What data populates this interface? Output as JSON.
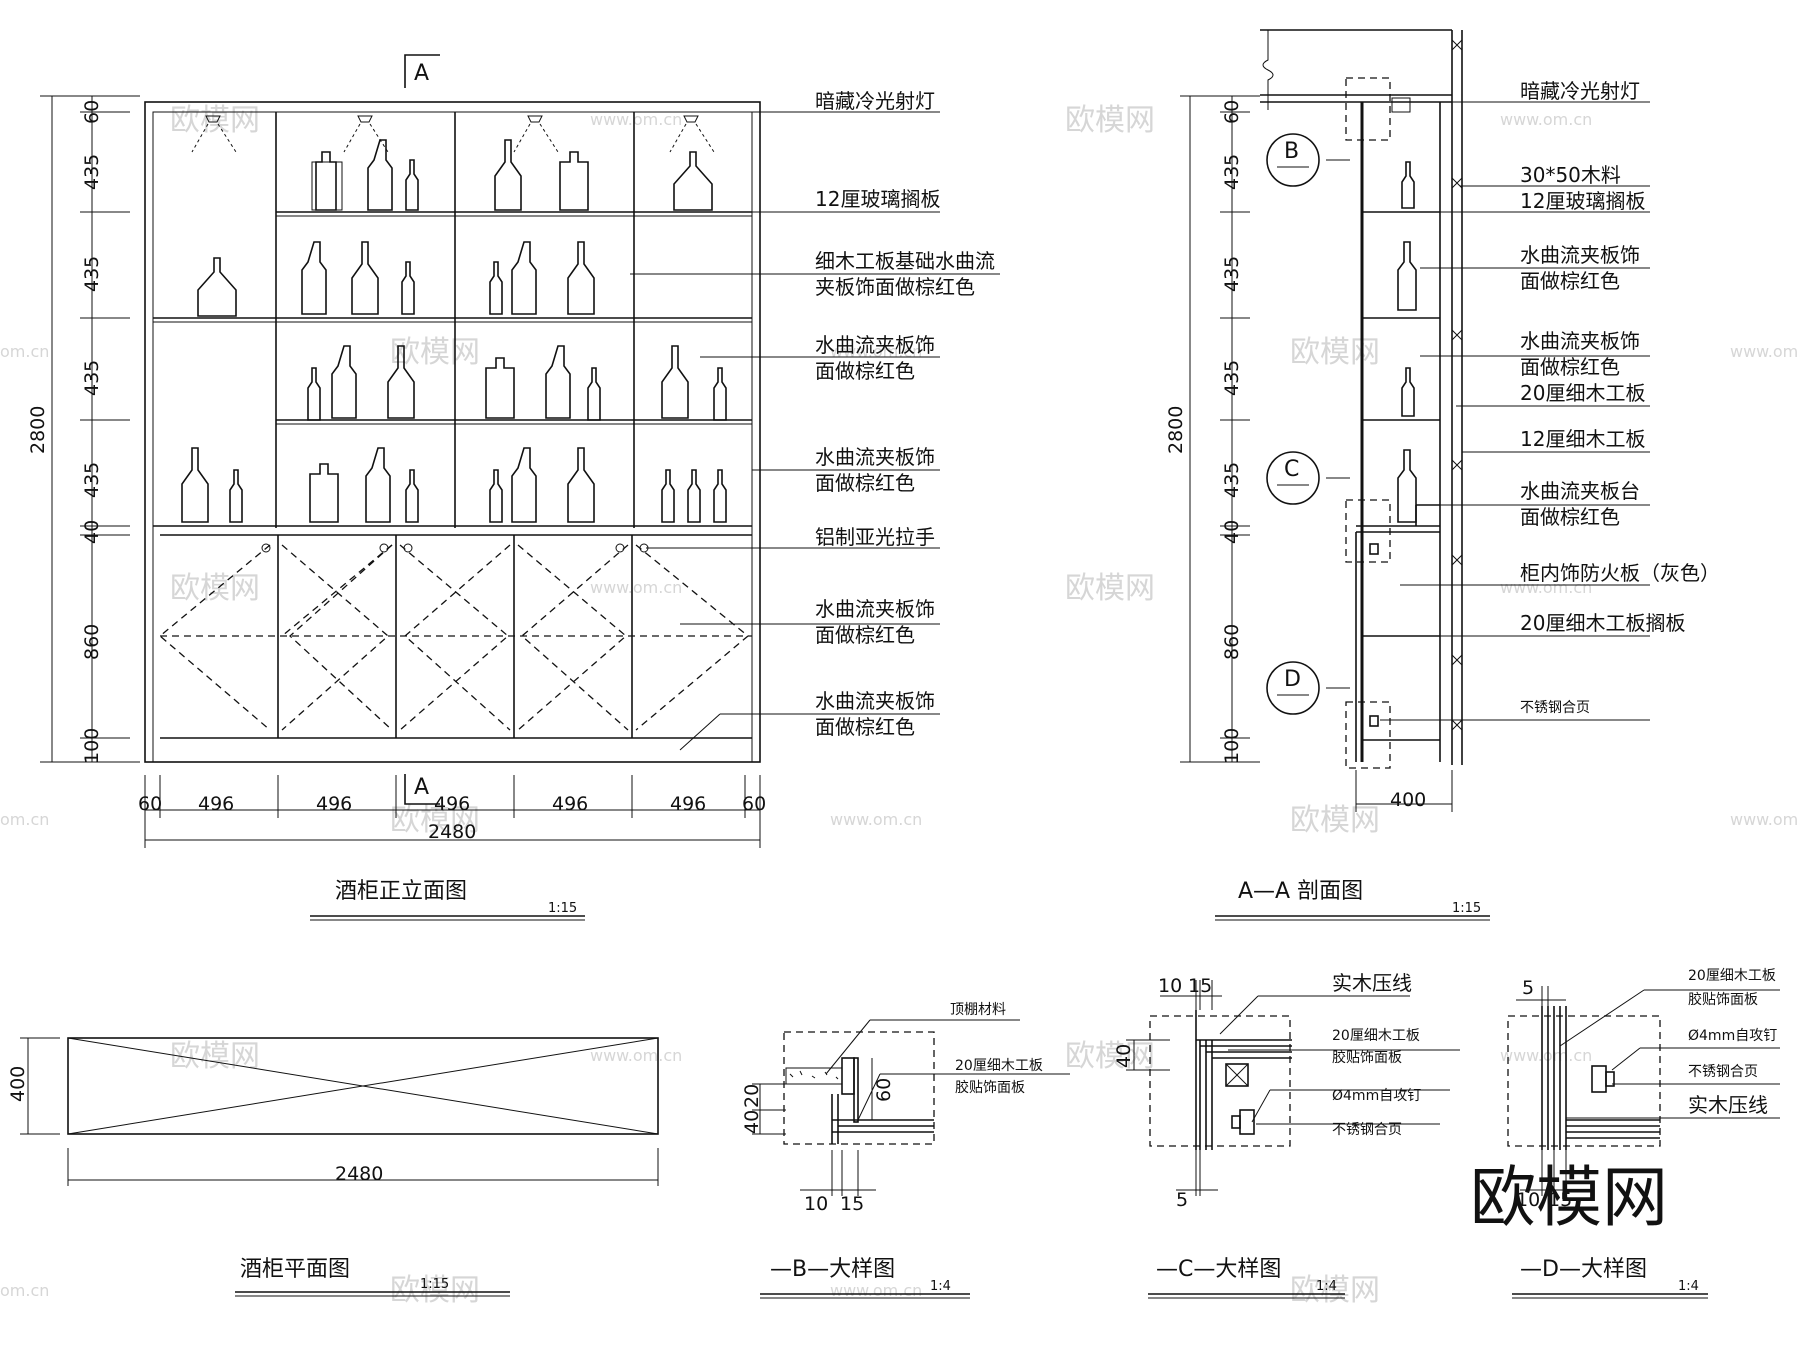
{
  "front_elevation": {
    "title": "酒柜正立面图",
    "scale": "1:15",
    "section_mark": "A",
    "height_total": "2800",
    "vertical_dims": [
      "60",
      "435",
      "435",
      "435",
      "435",
      "40",
      "860",
      "100"
    ],
    "horizontal_dims": [
      "60",
      "496",
      "496",
      "496",
      "496",
      "496",
      "60"
    ],
    "width_total": "2480",
    "labels": [
      "暗藏冷光射灯",
      "12厘玻璃搁板",
      "细木工板基础水曲流",
      "夹板饰面做棕红色",
      "水曲流夹板饰",
      "面做棕红色",
      "水曲流夹板饰",
      "面做棕红色",
      "铝制亚光拉手",
      "水曲流夹板饰",
      "面做棕红色",
      "水曲流夹板饰",
      "面做棕红色"
    ]
  },
  "section_aa": {
    "title": "A—A 剖面图",
    "scale": "1:15",
    "height_total": "2800",
    "vertical_dims": [
      "60",
      "435",
      "435",
      "435",
      "435",
      "40",
      "860",
      "100"
    ],
    "depth": "400",
    "callouts": [
      "B",
      "C",
      "D"
    ],
    "labels": [
      "暗藏冷光射灯",
      "30*50木料",
      "12厘玻璃搁板",
      "水曲流夹板饰",
      "面做棕红色",
      "水曲流夹板饰",
      "面做棕红色",
      "20厘细木工板",
      "12厘细木工板",
      "水曲流夹板台",
      "面做棕红色",
      "柜内饰防火板（灰色）",
      "20厘细木工板搁板",
      "不锈钢合页"
    ]
  },
  "plan": {
    "title": "酒柜平面图",
    "scale": "1:15",
    "depth": "400",
    "width": "2480"
  },
  "detail_b": {
    "title": "—B—大样图",
    "scale": "1:4",
    "labels": [
      "顶棚材料",
      "20厘细木工板",
      "胶贴饰面板"
    ],
    "dims": [
      "20",
      "40",
      "60",
      "10",
      "15"
    ]
  },
  "detail_c": {
    "title": "—C—大样图",
    "scale": "1:4",
    "labels": [
      "实木压线",
      "20厘细木工板",
      "胶贴饰面板",
      "Ø4mm自攻钉",
      "不锈钢合页"
    ],
    "dims": [
      "10",
      "15",
      "40",
      "5"
    ]
  },
  "detail_d": {
    "title": "—D—大样图",
    "scale": "1:4",
    "labels": [
      "20厘细木工板",
      "胶贴饰面板",
      "Ø4mm自攻钉",
      "不锈钢合页",
      "实木压线"
    ],
    "dims": [
      "5",
      "10",
      "15"
    ]
  },
  "watermark": {
    "brand": "欧模网",
    "site": "www.om.cn",
    "edge": "om.cn"
  }
}
